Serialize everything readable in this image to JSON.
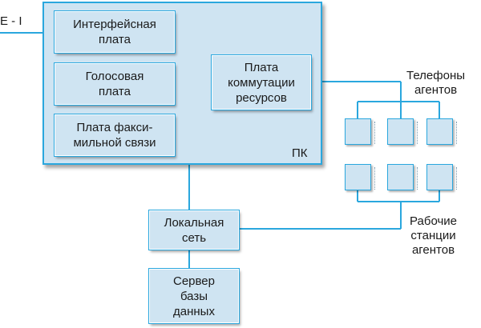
{
  "external_line": {
    "label": "E - I"
  },
  "pc": {
    "label": "ПК"
  },
  "boards": {
    "interface": "Интерфейсная\nплата",
    "voice": "Голосовая\nплата",
    "fax": "Плата факси-\nмильной связи",
    "switching": "Плата\nкоммутации\nресурсов"
  },
  "network": {
    "lan": "Локальная\nсеть",
    "db_server": "Сервер\nбазы\nданных"
  },
  "agents": {
    "phones_label": "Телефоны\nагентов",
    "workstations_label": "Рабочие\nстанции\nагентов",
    "phones_count": 3,
    "workstations_count": 3
  },
  "colors": {
    "line": "#2aa7de",
    "box_fill": "#cfe4f2",
    "text": "#1a1a1a"
  }
}
